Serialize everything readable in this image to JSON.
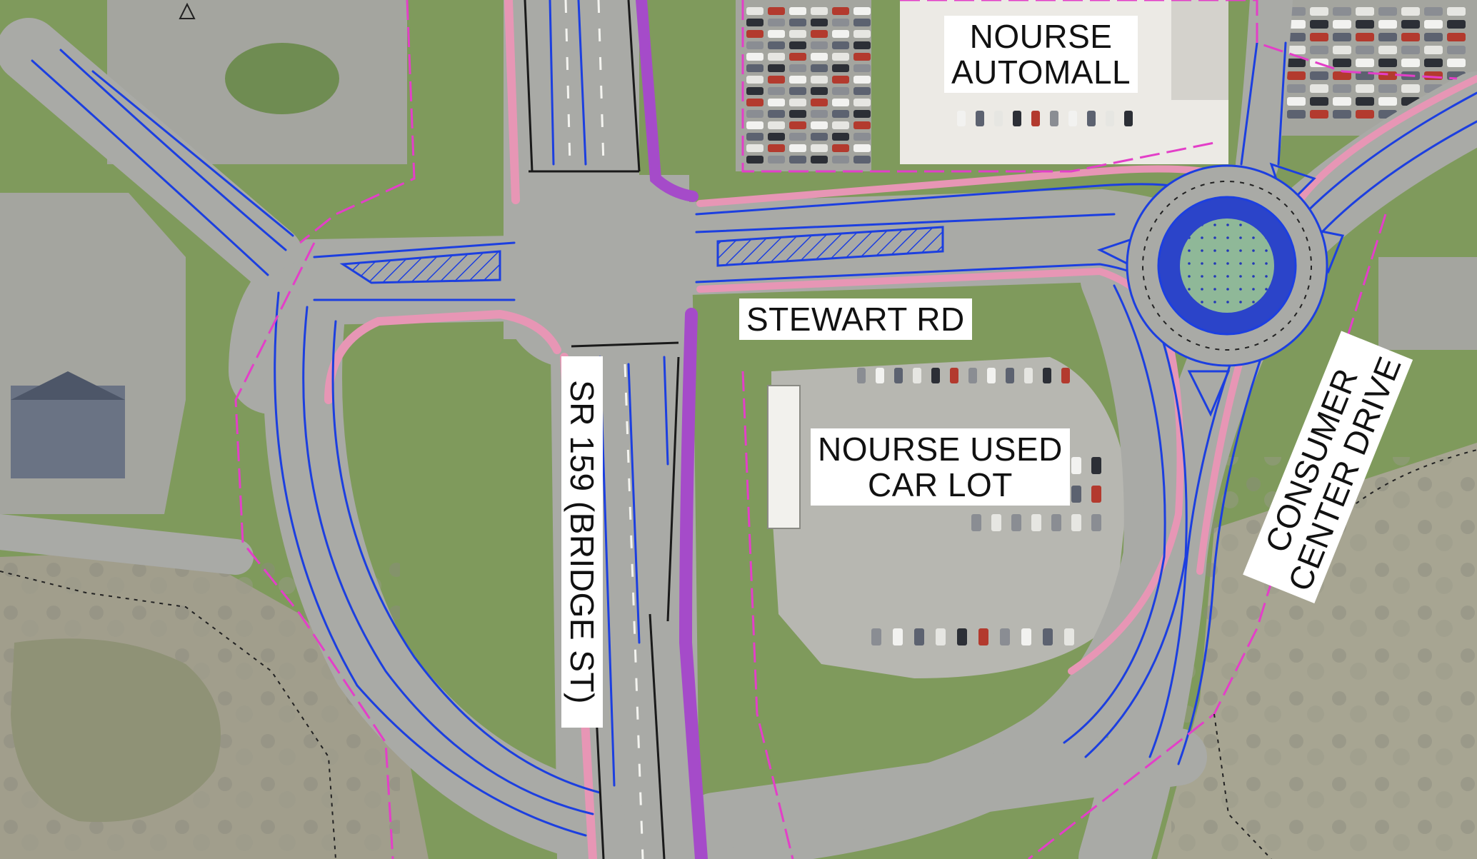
{
  "map": {
    "labels": {
      "nourse_automall": "NOURSE\nAUTOMALL",
      "stewart_rd": "STEWART RD",
      "sr159": "SR 159 (BRIDGE ST)",
      "nourse_used": "NOURSE USED\nCAR LOT",
      "consumer_center": "CONSUMER\nCENTER DRIVE"
    },
    "colors": {
      "grass": "#7f9a5c",
      "pavement": "#a9aaa6",
      "proposed_design_line": "#1c3fe0",
      "sidewalk_pink": "#e796b5",
      "path_purple": "#a54bc9",
      "right_of_way": "#e33fc8",
      "roundabout_truck_apron": "#2b44c9",
      "roundabout_center": "#8fb898",
      "pond": "#8f9276"
    },
    "icons": [
      "north-arrow-icon",
      "car-icon",
      "tree-icon"
    ]
  }
}
